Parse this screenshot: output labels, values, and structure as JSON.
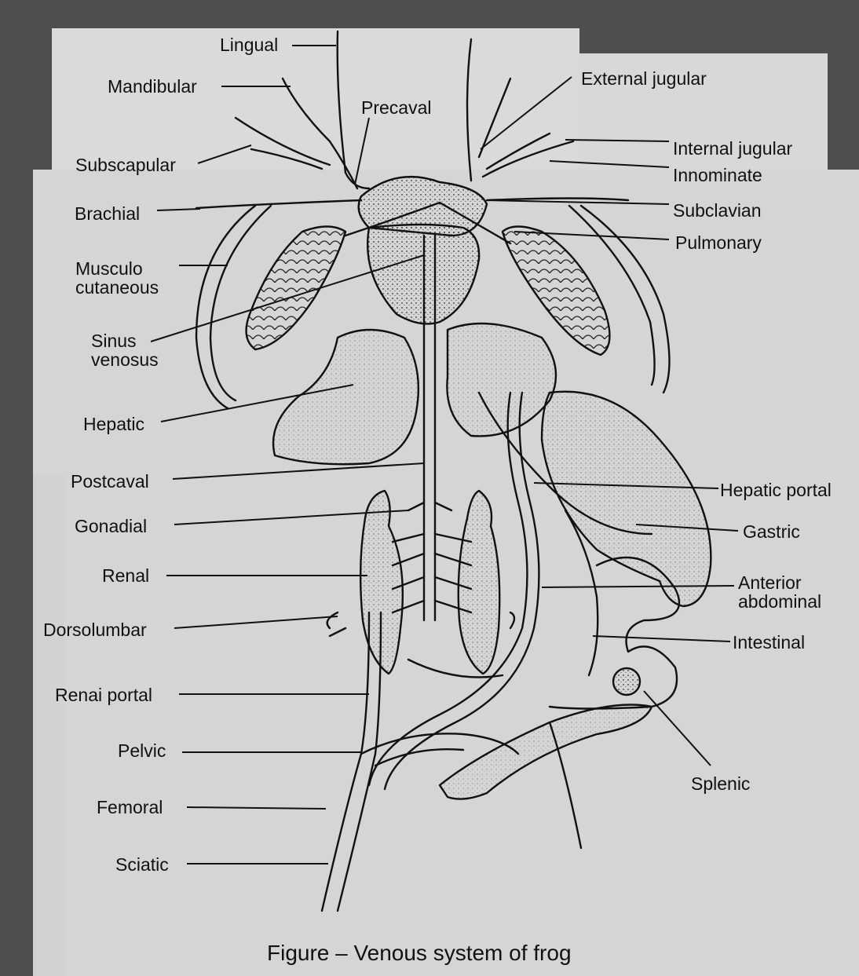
{
  "figure": {
    "caption": "Figure – Venous system of frog"
  },
  "labels": {
    "lingual": "Lingual",
    "mandibular": "Mandibular",
    "precaval": "Precaval",
    "external_jugular": "External jugular",
    "internal_jugular": "Internal jugular",
    "innominate": "Innominate",
    "subscapular": "Subscapular",
    "brachial": "Brachial",
    "subclavian": "Subclavian",
    "pulmonary": "Pulmonary",
    "musculo_cutaneous": "Musculo cutaneous",
    "sinus_venosus": "Sinus venosus",
    "hepatic": "Hepatic",
    "postcaval": "Postcaval",
    "hepatic_portal": "Hepatic portal",
    "gonadial": "Gonadial",
    "gastric": "Gastric",
    "renal": "Renal",
    "anterior_abdominal": "Anterior abdominal",
    "dorsolumbar": "Dorsolumbar",
    "intestinal": "Intestinal",
    "renal_portal": "Renai portal",
    "pelvic": "Pelvic",
    "splenic": "Splenic",
    "femoral": "Femoral",
    "sciatic": "Sciatic"
  },
  "colors": {
    "paper": "#dcdcdc",
    "paper_shadow": "#c9c9c9",
    "ink": "#111111",
    "background": "#4e4e4e"
  }
}
